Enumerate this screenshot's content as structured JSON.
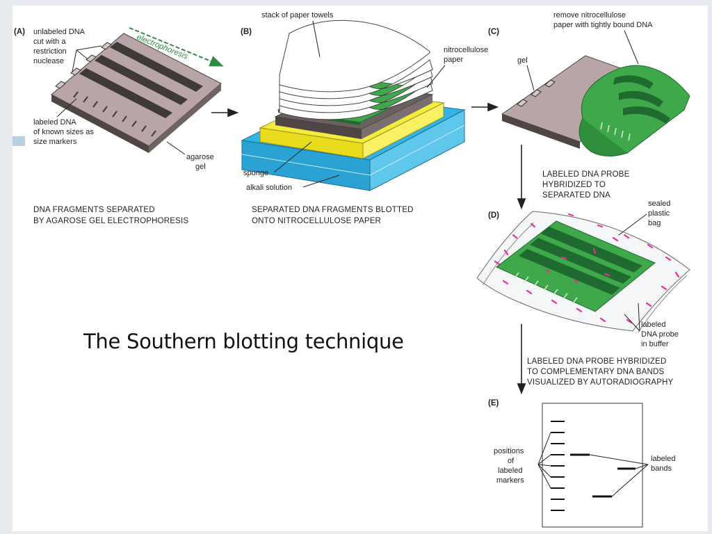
{
  "title": "The Southern blotting technique",
  "panels": {
    "a": {
      "label": "(A)",
      "unlabeled_dna": [
        "unlabeled DNA",
        "cut with a",
        "restriction",
        "nuclease"
      ],
      "electrophoresis": "electrophoresis",
      "labeled_dna": [
        "labeled DNA",
        "of known sizes as",
        "size markers"
      ],
      "agarose_gel": [
        "agarose",
        "gel"
      ],
      "caption": [
        "DNA FRAGMENTS SEPARATED",
        "BY AGAROSE GEL ELECTROPHORESIS"
      ]
    },
    "b": {
      "label": "(B)",
      "paper_towels": "stack of paper towels",
      "nitrocellulose": [
        "nitrocellulose",
        "paper"
      ],
      "sponge": "sponge",
      "alkali": "alkali solution",
      "caption": [
        "SEPARATED DNA FRAGMENTS BLOTTED",
        "ONTO NITROCELLULOSE PAPER"
      ]
    },
    "c": {
      "label": "(C)",
      "gel": "gel",
      "remove": [
        "remove nitrocellulose",
        "paper with tightly bound DNA"
      ]
    },
    "d": {
      "label": "(D)",
      "step": [
        "LABELED DNA PROBE",
        "HYBRIDIZED TO",
        "SEPARATED DNA"
      ],
      "bag": [
        "sealed",
        "plastic",
        "bag"
      ],
      "probe": [
        "labeled",
        "DNA probe",
        "in buffer"
      ]
    },
    "e": {
      "label": "(E)",
      "step": [
        "LABELED DNA PROBE HYBRIDIZED",
        "TO COMPLEMENTARY DNA BANDS",
        "VISUALIZED BY AUTORADIOGRAPHY"
      ],
      "positions": [
        "positions",
        "of",
        "labeled",
        "markers"
      ],
      "bands": [
        "labeled",
        "bands"
      ]
    }
  },
  "colors": {
    "gel": "#b9a5a5",
    "gel_dark": "#4f4545",
    "lane": "#3e3a3a",
    "nitro_green": "#3fa84a",
    "nitro_dark": "#1f6b2f",
    "sponge_yellow": "#f3ec3a",
    "alkali_blue": "#33b4e6",
    "probe_pink": "#ec2a9a",
    "arrow_green": "#2f8a46"
  }
}
